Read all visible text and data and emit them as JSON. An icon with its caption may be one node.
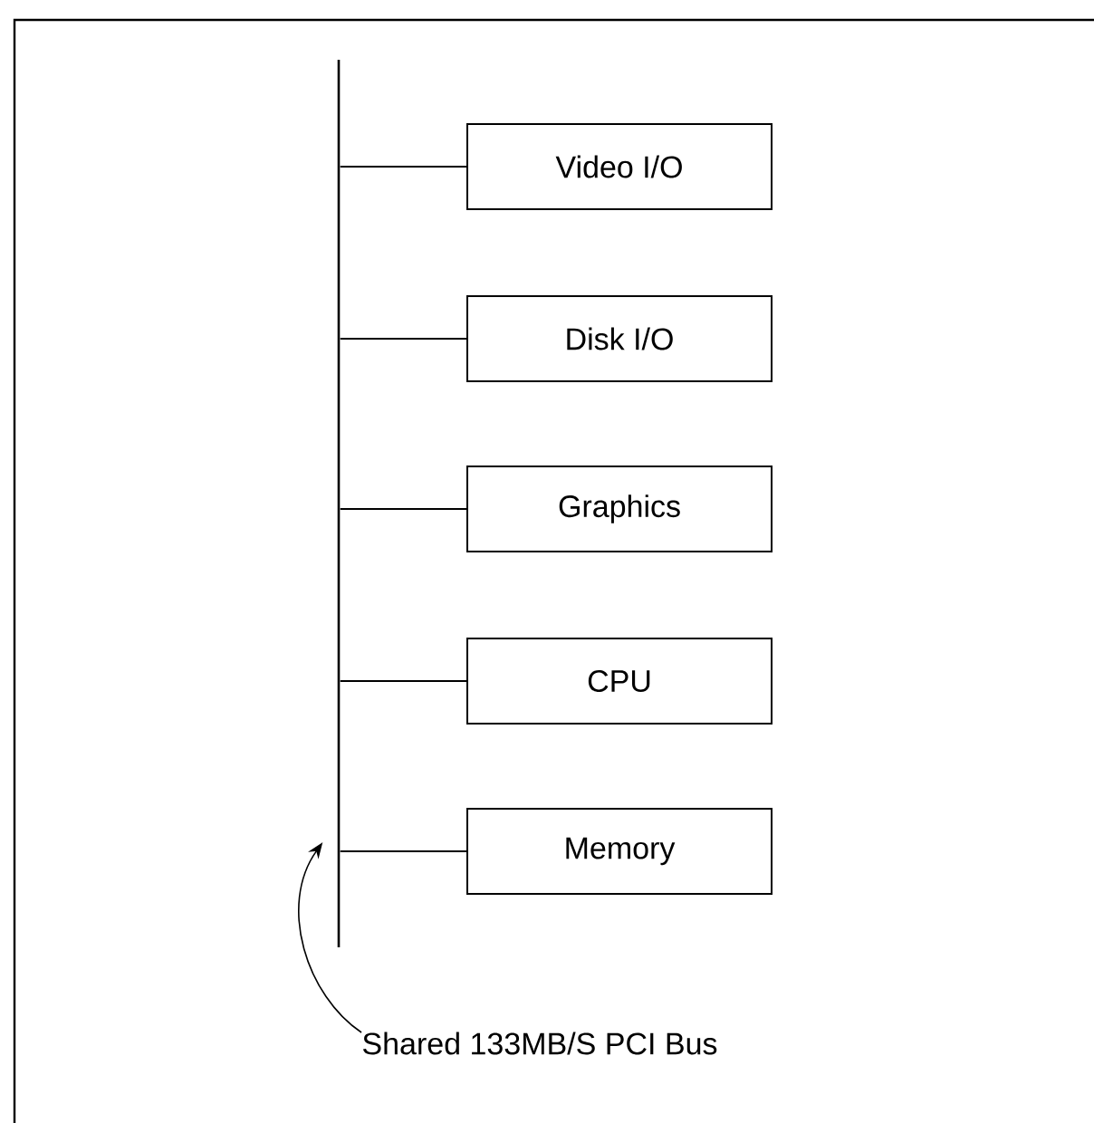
{
  "diagram": {
    "nodes": [
      {
        "text": [],
        "shape": "bar"
      },
      {
        "text": [
          "Video I/O"
        ]
      },
      {
        "text": [
          "Disk I/O"
        ]
      },
      {
        "text": [
          "Graphics"
        ]
      },
      {
        "text": [
          "CPU"
        ]
      },
      {
        "text": [
          "Memory"
        ]
      },
      {
        "text": [
          "Shared 133MB/S PCI Bus"
        ]
      }
    ],
    "edges": [
      {
        "from": 0,
        "to": 1,
        "arrow": "none"
      },
      {
        "from": 0,
        "to": 2,
        "arrow": "none"
      },
      {
        "from": 0,
        "to": 3,
        "arrow": "none"
      },
      {
        "from": 0,
        "to": 4,
        "arrow": "none"
      },
      {
        "from": 0,
        "to": 5,
        "arrow": "none"
      },
      {
        "from": 6,
        "to": 0,
        "arrow": "to"
      }
    ]
  }
}
